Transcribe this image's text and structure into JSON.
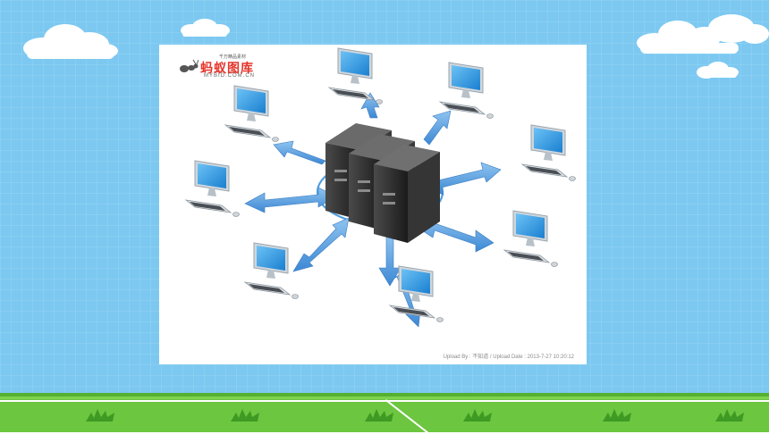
{
  "logo": {
    "tagline": "千万精品素材",
    "name": "蚂蚁图库",
    "url": "MYBID.COM.CN"
  },
  "caption": "Upload By : 不知道 / Upload Date : 2013-7-27 10:20:12",
  "icons": [
    "cloud-icon",
    "server-icon",
    "monitor-icon",
    "keyboard-icon",
    "mouse-icon",
    "arrow-icon",
    "grass-icon",
    "ant-logo-icon"
  ],
  "colors": {
    "sky": "#7cc8f1",
    "grass": "#6cc640",
    "arrow": "#4f9fe0",
    "server": "#2e2e2e"
  }
}
